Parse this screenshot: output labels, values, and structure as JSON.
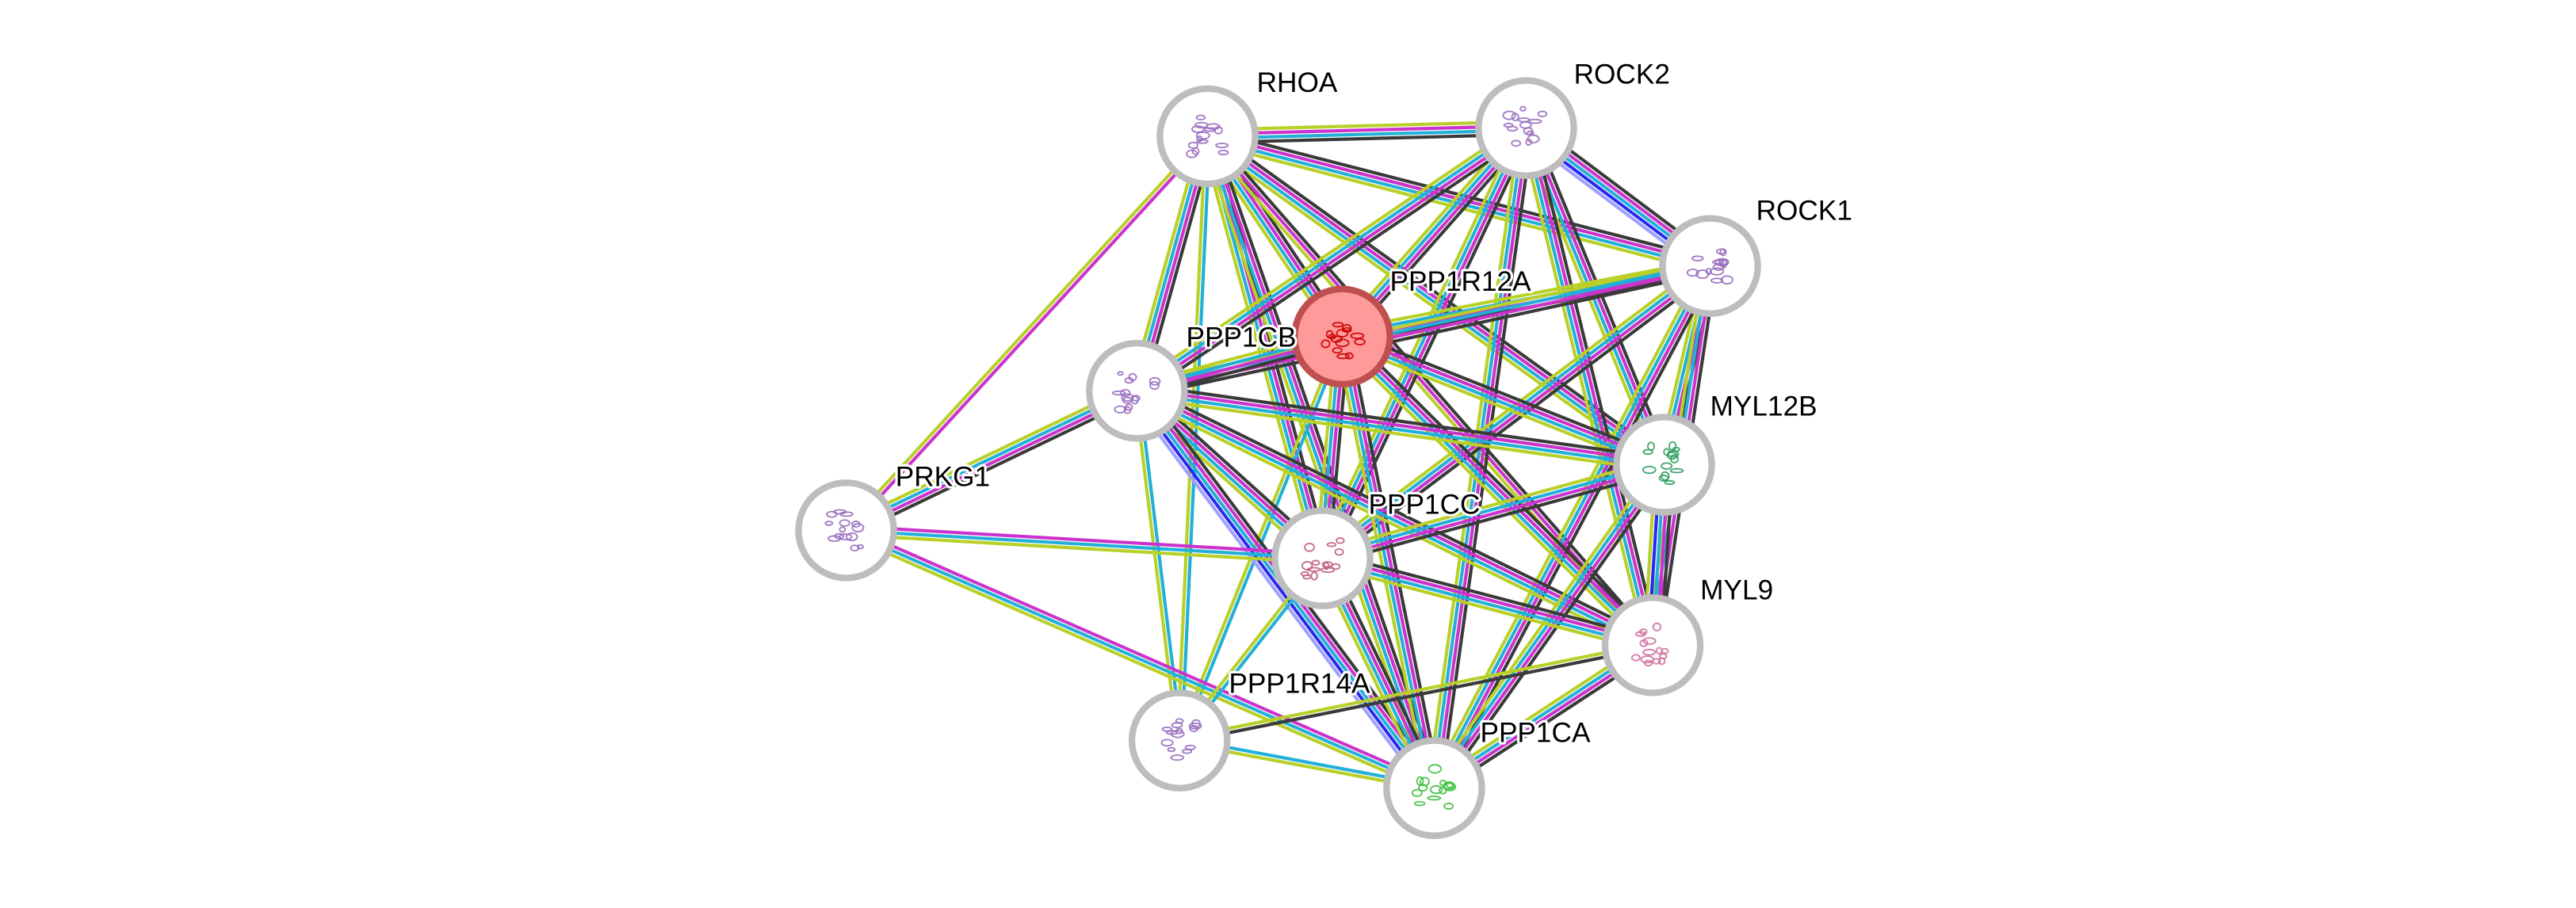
{
  "title": "Protein interaction network",
  "query_protein": "PPP1R12A",
  "nodes": [
    {
      "id": "RHOA",
      "label": "RHOA",
      "structure_color": "#9a6fc0"
    },
    {
      "id": "ROCK2",
      "label": "ROCK2",
      "structure_color": "#9a6fc0"
    },
    {
      "id": "ROCK1",
      "label": "ROCK1",
      "structure_color": "#9a6fc0"
    },
    {
      "id": "PPP1R12A",
      "label": "PPP1R12A",
      "structure_color": "#cc0000",
      "query": true
    },
    {
      "id": "PPP1CB",
      "label": "PPP1CB",
      "structure_color": "#9a6fc0"
    },
    {
      "id": "MYL12B",
      "label": "MYL12B",
      "structure_color": "#30a060"
    },
    {
      "id": "PRKG1",
      "label": "PRKG1",
      "structure_color": "#9a6fc0"
    },
    {
      "id": "PPP1CC",
      "label": "PPP1CC",
      "structure_color": "#c06080"
    },
    {
      "id": "MYL9",
      "label": "MYL9",
      "structure_color": "#d070a0"
    },
    {
      "id": "PPP1R14A",
      "label": "PPP1R14A",
      "structure_color": "#9a6fc0"
    },
    {
      "id": "PPP1CA",
      "label": "PPP1CA",
      "structure_color": "#40c040"
    }
  ],
  "evidence_colors": {
    "k": "#3a3a3a",
    "m": "#cc33cc",
    "c": "#22b0d8",
    "y": "#b8d028",
    "b": "#2a2af0",
    "l": "#a0a0ff"
  },
  "edges": [
    [
      "RHOA",
      "ROCK2",
      "ymck"
    ],
    [
      "RHOA",
      "ROCK1",
      "kmcy"
    ],
    [
      "RHOA",
      "PPP1R12A",
      "kmcy"
    ],
    [
      "RHOA",
      "PPP1CB",
      "kmcy"
    ],
    [
      "RHOA",
      "MYL12B",
      "kmcy"
    ],
    [
      "RHOA",
      "PRKG1",
      "my"
    ],
    [
      "RHOA",
      "PPP1CC",
      "kmcy"
    ],
    [
      "RHOA",
      "MYL9",
      "kmy"
    ],
    [
      "RHOA",
      "PPP1R14A",
      "cy"
    ],
    [
      "RHOA",
      "PPP1CA",
      "kmcy"
    ],
    [
      "ROCK2",
      "ROCK1",
      "kmcbl"
    ],
    [
      "ROCK2",
      "PPP1R12A",
      "kmcy"
    ],
    [
      "ROCK2",
      "PPP1CB",
      "kmcy"
    ],
    [
      "ROCK2",
      "MYL12B",
      "kmcy"
    ],
    [
      "ROCK2",
      "PPP1CC",
      "kmcy"
    ],
    [
      "ROCK2",
      "MYL9",
      "kmcy"
    ],
    [
      "ROCK2",
      "PPP1CA",
      "kmcy"
    ],
    [
      "ROCK1",
      "PPP1R12A",
      "kmcy"
    ],
    [
      "ROCK1",
      "PPP1CB",
      "kmcy"
    ],
    [
      "ROCK1",
      "MYL12B",
      "kmcy"
    ],
    [
      "ROCK1",
      "PPP1CC",
      "kmcy"
    ],
    [
      "ROCK1",
      "MYL9",
      "kmcy"
    ],
    [
      "ROCK1",
      "PPP1CA",
      "kmcy"
    ],
    [
      "PPP1R12A",
      "PPP1CB",
      "kmcy"
    ],
    [
      "PPP1R12A",
      "MYL12B",
      "kmcy"
    ],
    [
      "PPP1R12A",
      "PPP1CC",
      "kmcy"
    ],
    [
      "PPP1R12A",
      "MYL9",
      "kmcy"
    ],
    [
      "PPP1R12A",
      "PPP1CA",
      "kmcy"
    ],
    [
      "PPP1R12A",
      "PPP1R14A",
      "cy"
    ],
    [
      "PPP1CB",
      "PRKG1",
      "kmcy"
    ],
    [
      "PPP1CB",
      "PPP1CC",
      "kmcy"
    ],
    [
      "PPP1CB",
      "MYL12B",
      "kmcy"
    ],
    [
      "PPP1CB",
      "MYL9",
      "kmcy"
    ],
    [
      "PPP1CB",
      "PPP1R14A",
      "cy"
    ],
    [
      "PPP1CB",
      "PPP1CA",
      "kmcbl"
    ],
    [
      "MYL12B",
      "PPP1CC",
      "kmcy"
    ],
    [
      "MYL12B",
      "MYL9",
      "kmcby"
    ],
    [
      "MYL12B",
      "PPP1CA",
      "kmcy"
    ],
    [
      "PRKG1",
      "PPP1CC",
      "mcy"
    ],
    [
      "PRKG1",
      "PPP1CA",
      "mcy"
    ],
    [
      "PPP1CC",
      "MYL9",
      "kmcy"
    ],
    [
      "PPP1CC",
      "PPP1CA",
      "kmcy"
    ],
    [
      "PPP1CC",
      "PPP1R14A",
      "cy"
    ],
    [
      "MYL9",
      "PPP1CA",
      "kmcy"
    ],
    [
      "MYL9",
      "PPP1R14A",
      "ky"
    ],
    [
      "PPP1R14A",
      "PPP1CA",
      "cy"
    ]
  ]
}
